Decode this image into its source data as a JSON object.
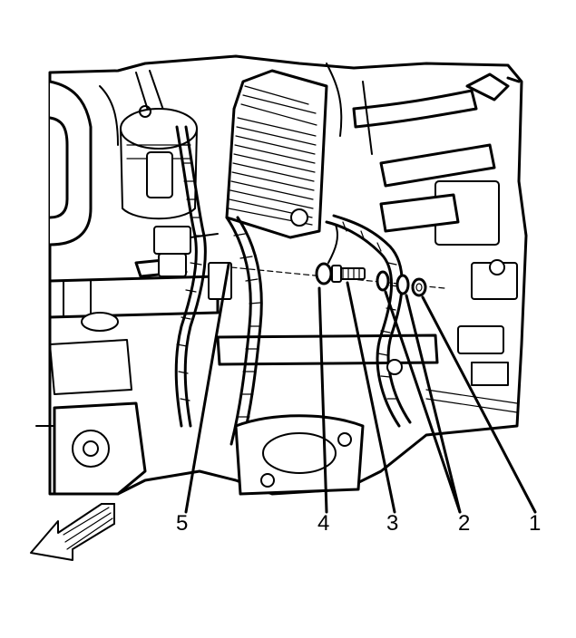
{
  "figure": {
    "callouts": [
      "1",
      "2",
      "3",
      "4",
      "5"
    ]
  },
  "colors": {
    "ink": "#000000",
    "paper": "#ffffff"
  },
  "icons": {
    "direction_arrow": "front-direction-arrow-icon"
  }
}
